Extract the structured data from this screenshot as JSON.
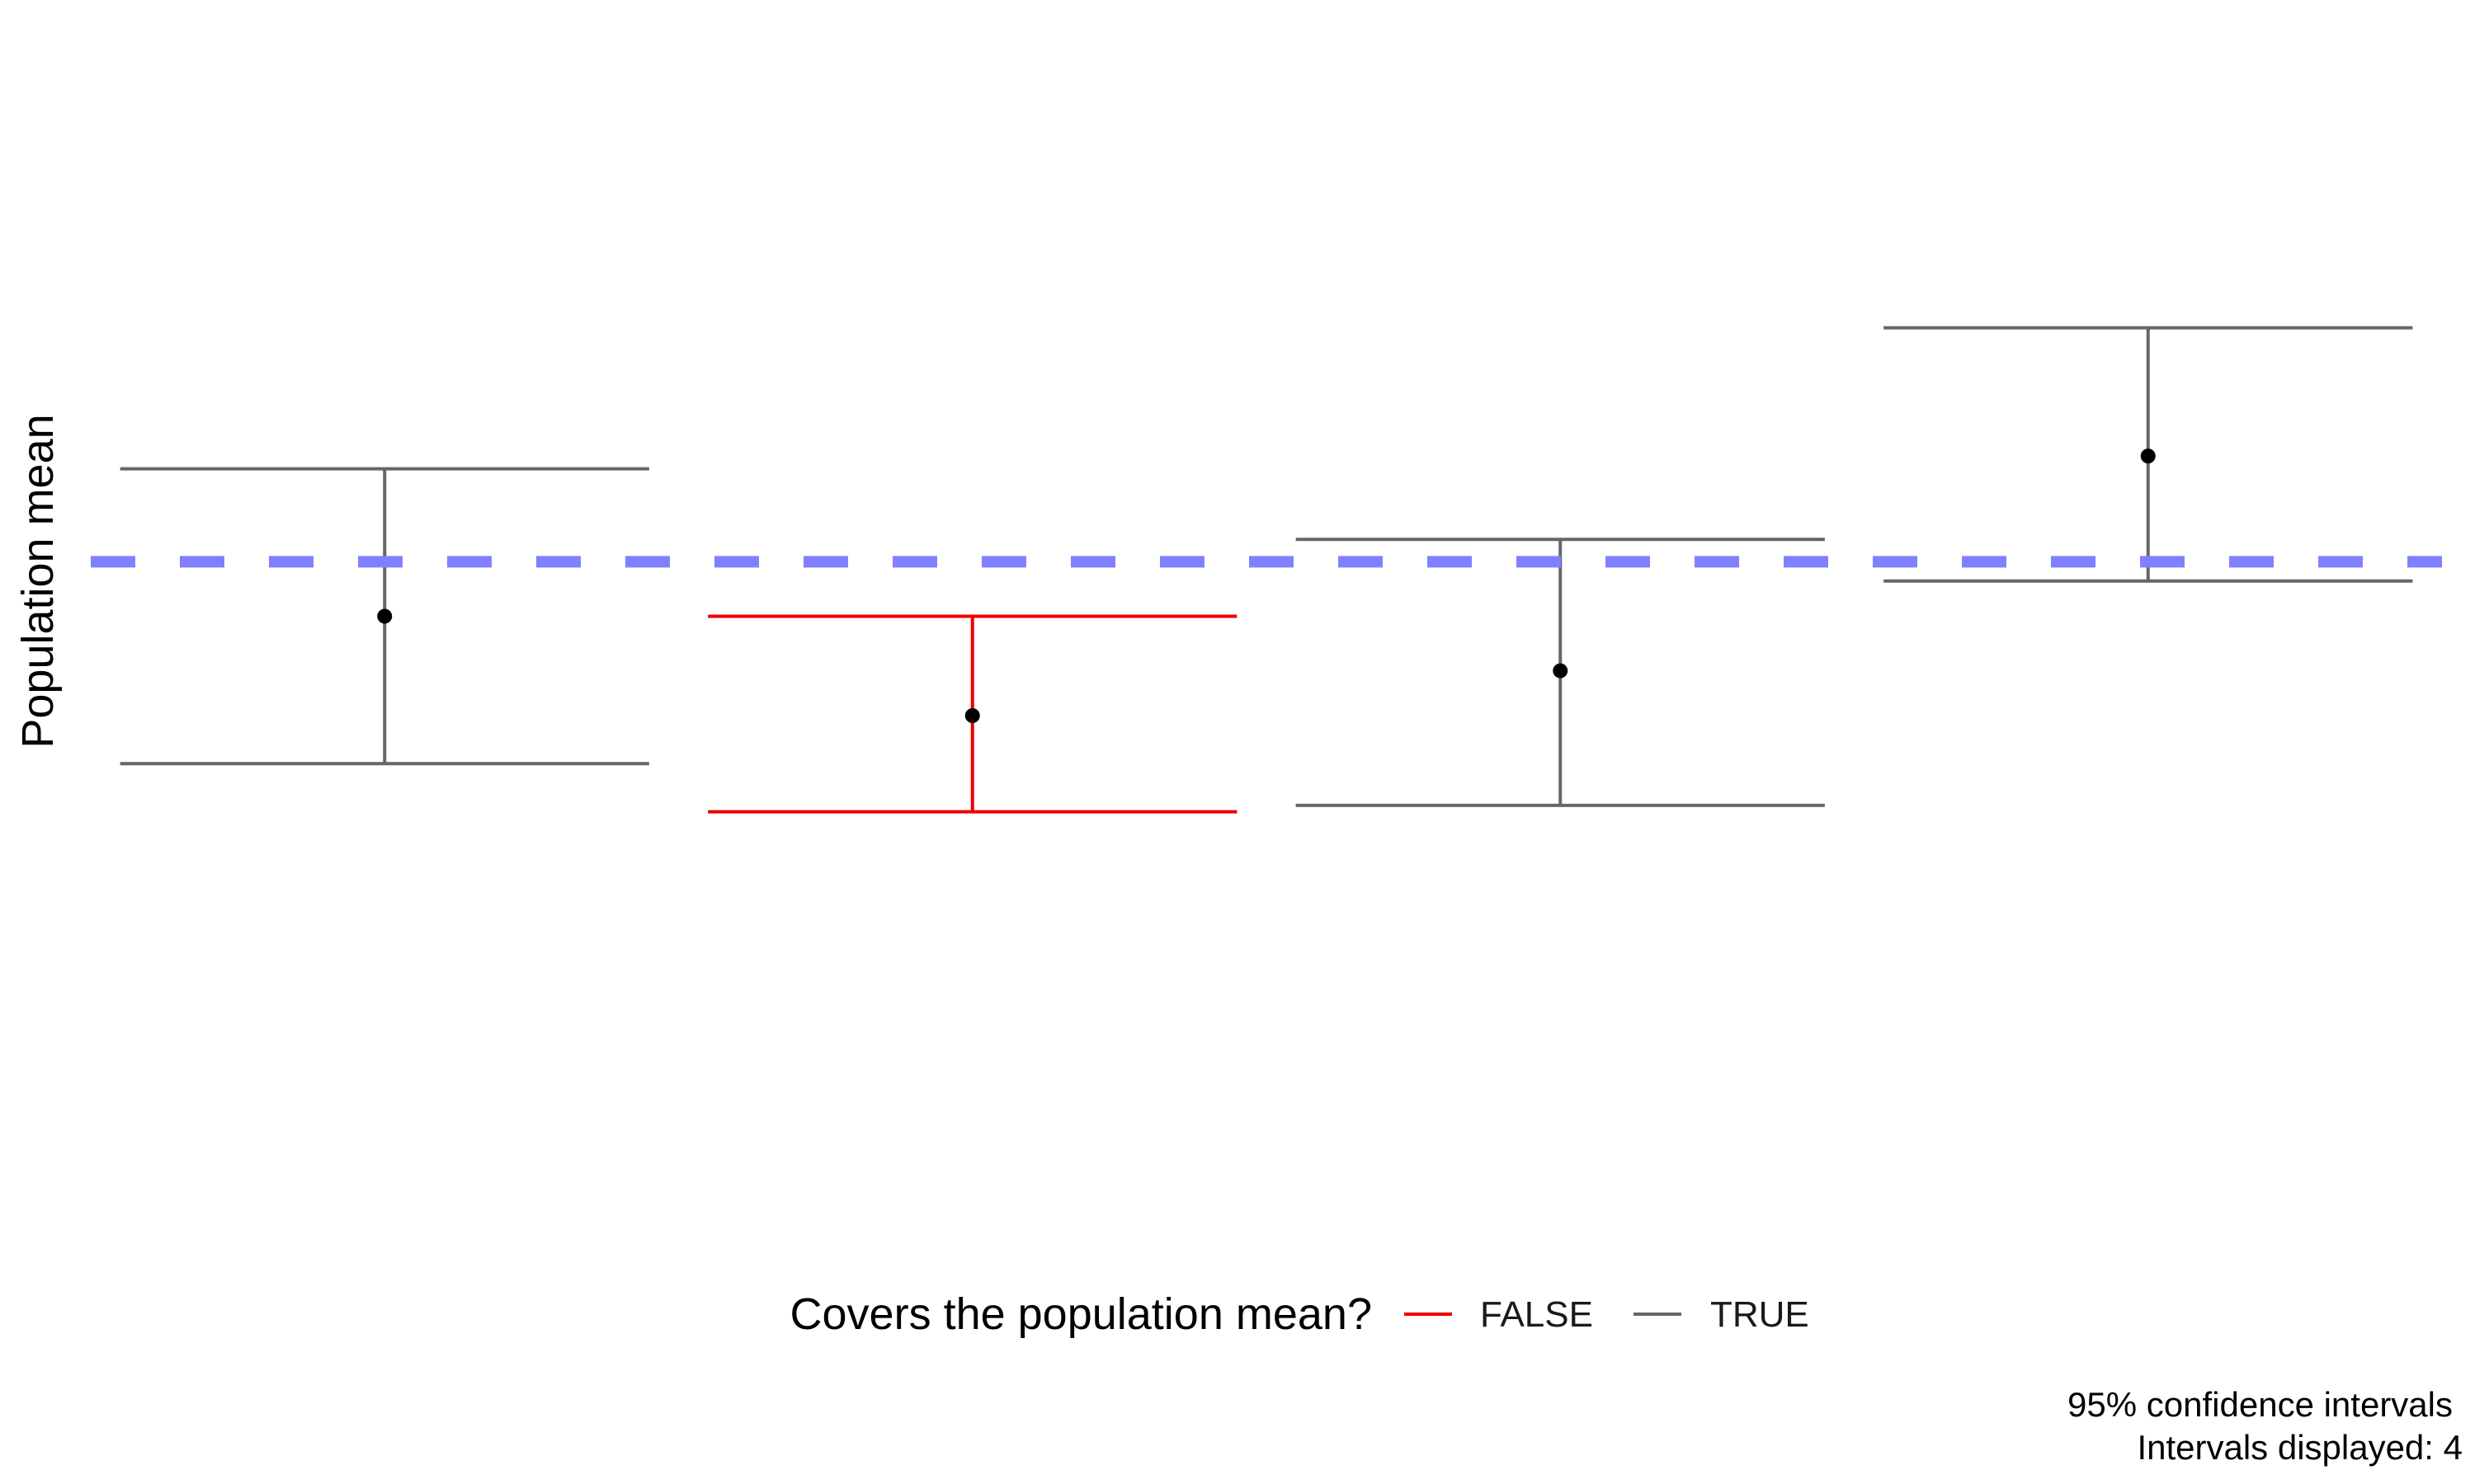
{
  "chart_data": {
    "type": "errorbar",
    "ylabel": "Population mean",
    "xlabel": "",
    "population_mean": 0,
    "ylim": [
      -1.9,
      1.65
    ],
    "intervals": [
      {
        "index": 1,
        "estimate": -0.17,
        "lower": -0.63,
        "upper": 0.29,
        "covers": "TRUE"
      },
      {
        "index": 2,
        "estimate": -0.48,
        "lower": -0.78,
        "upper": -0.17,
        "covers": "FALSE"
      },
      {
        "index": 3,
        "estimate": -0.34,
        "lower": -0.76,
        "upper": 0.07,
        "covers": "TRUE"
      },
      {
        "index": 4,
        "estimate": 0.33,
        "lower": -0.06,
        "upper": 0.73,
        "covers": "TRUE"
      }
    ],
    "legend": {
      "title": "Covers the population mean?",
      "position": "bottom",
      "items": [
        {
          "label": "FALSE",
          "color": "#ee0000"
        },
        {
          "label": "TRUE",
          "color": "#666666"
        }
      ]
    },
    "caption": [
      "95% confidence intervals",
      "Intervals displayed: 4"
    ],
    "colors": {
      "covers_false": "#ee0000",
      "covers_true": "#666666",
      "point": "#000000",
      "reference_line": "#8080ff"
    },
    "grid": false
  }
}
